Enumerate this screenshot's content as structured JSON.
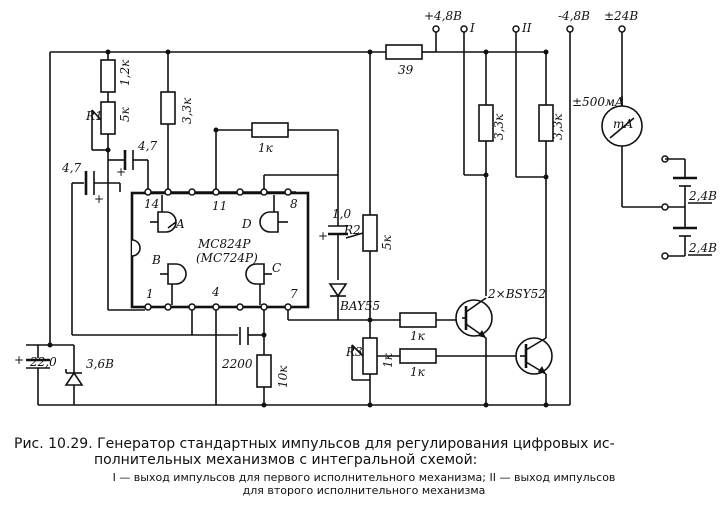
{
  "schematic": {
    "supplies": [
      "+4,8В",
      "I",
      "II",
      "-4,8В",
      "±24В"
    ],
    "ic_labels": [
      "MC824P",
      "(MC724P)"
    ],
    "gates": [
      "A",
      "B",
      "C",
      "D"
    ],
    "pins": [
      "14",
      "11",
      "8",
      "1",
      "4",
      "7"
    ],
    "resistors": {
      "r39": "39",
      "r1_2k": "1,2к",
      "r1": "R1",
      "r1_5k": "5к",
      "r3_3k_a": "3,3к",
      "r1k_fb": "1к",
      "r3_3k_b": "3,3к",
      "r3_3k_c": "3,3к",
      "r2": "R2",
      "r2_5k": "5к",
      "r3": "R3",
      "r3_1k": "1к",
      "rb1": "1к",
      "rb2": "1к",
      "r10k": "10к"
    },
    "capacitors": {
      "c4_7a": "4,7",
      "c4_7b": "4,7",
      "c1_0": "1,0",
      "c2200": "2200",
      "c22": "22,0"
    },
    "diodes": {
      "bay55": "BAY55",
      "zener": "3,6В"
    },
    "transistors": "2×BSY52",
    "meter": {
      "symbol": "mA",
      "range": "±500мА"
    },
    "batteries": [
      "2,4В",
      "2,4В"
    ]
  },
  "caption": {
    "line1": "Рис. 10.29. Генератор стандартных импульсов для регулирования цифровых ис-",
    "line2": "полнительных механизмов с интегральной схемой:",
    "line3": "I — выход импульсов для первого исполнительного механизма; II — выход импульсов",
    "line4": "для второго исполнительного механизма"
  }
}
